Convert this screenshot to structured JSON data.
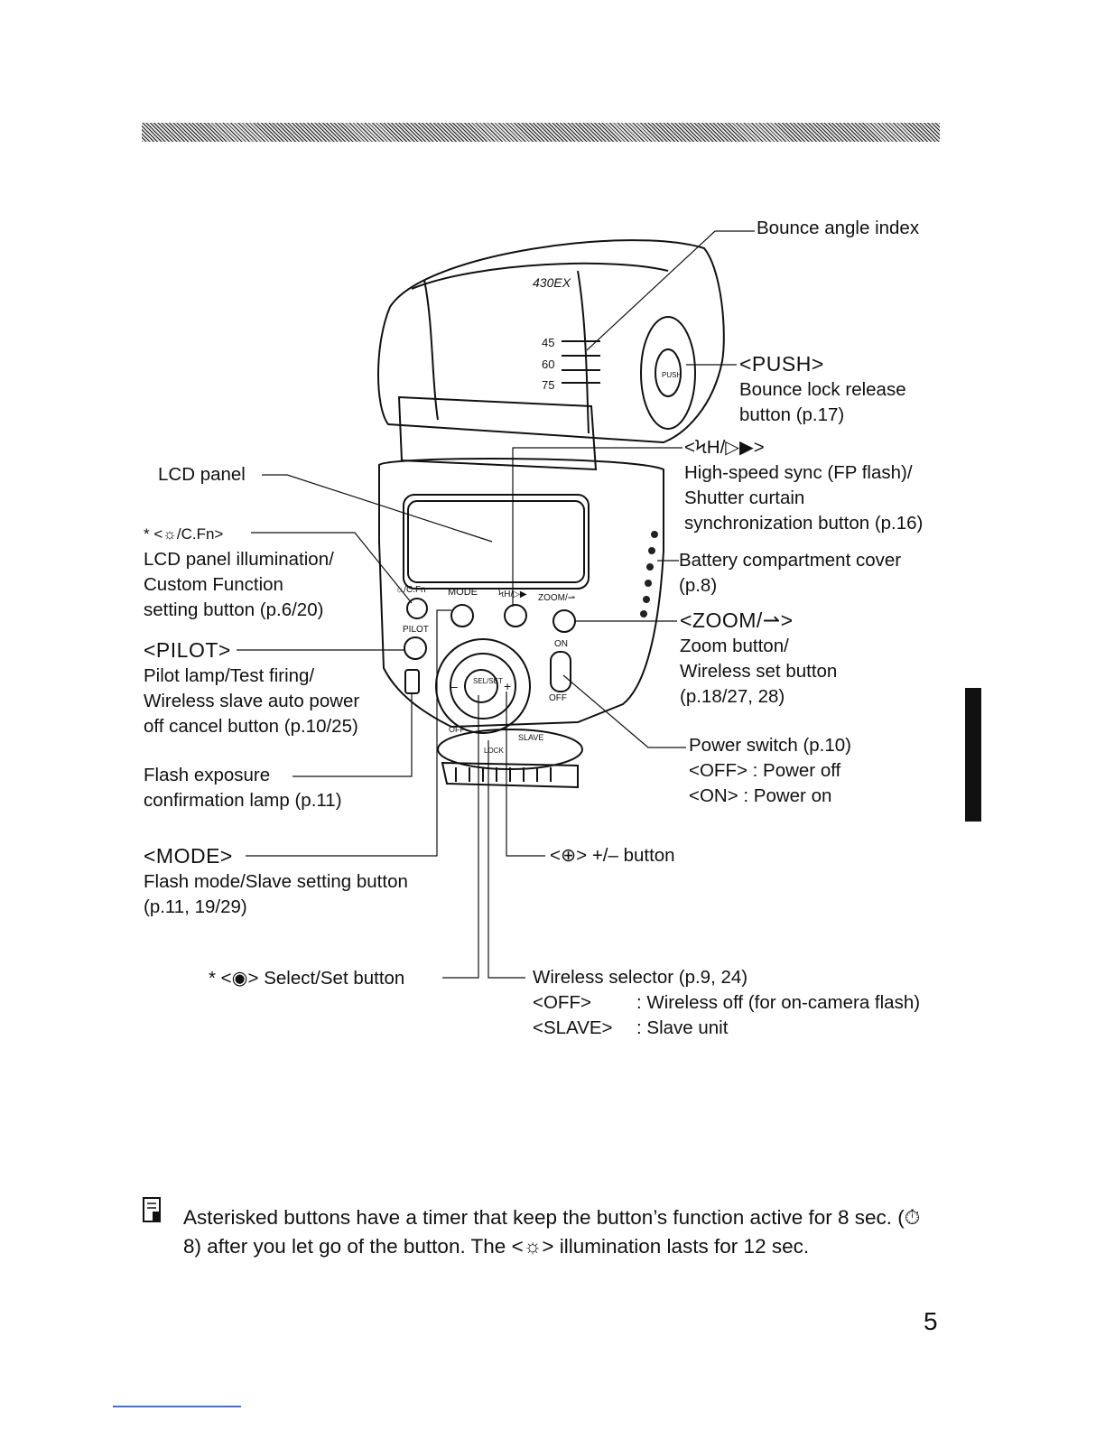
{
  "labels": {
    "bounce_angle_index": "Bounce angle index",
    "push": {
      "name": "<PUSH>",
      "l1": "Bounce lock release",
      "l2": "button (p.17)"
    },
    "hs_sync": {
      "name": "<ϞH/▷▶>",
      "l1": "High-speed sync (FP flash)/",
      "l2": "Shutter curtain",
      "l3": "synchronization button (p.16)"
    },
    "lcd_panel": "LCD panel",
    "lcd_illum": {
      "name": "* <☼/C.Fn>",
      "l1": "LCD panel illumination/",
      "l2": "Custom Function",
      "l3": "setting button (p.6/20)"
    },
    "battery": {
      "l1": "Battery compartment cover",
      "l2": "(p.8)"
    },
    "zoom": {
      "name": "<ZOOM/⇀>",
      "l1": "Zoom button/",
      "l2": "Wireless set button",
      "l3": "(p.18/27, 28)"
    },
    "pilot": {
      "name": "<PILOT>",
      "l1": "Pilot lamp/Test firing/",
      "l2": "Wireless slave auto power",
      "l3": "off cancel button (p.10/25)"
    },
    "power": {
      "l1": "Power switch (p.10)",
      "l2": "<OFF> : Power off",
      "l3": "<ON> : Power on"
    },
    "fe_lamp": {
      "l1": "Flash exposure",
      "l2": "confirmation lamp (p.11)"
    },
    "mode": {
      "name": "<MODE>",
      "l1": "Flash mode/Slave setting button",
      "l2": "(p.11, 19/29)"
    },
    "plusminus": "<⊕> +/– button",
    "selset": "* <◉> Select/Set button",
    "wireless": {
      "l1": "Wireless selector (p.9, 24)",
      "off_key": "<OFF>",
      "off_val": ": Wireless off (for on-camera flash)",
      "slave_key": "<SLAVE>",
      "slave_val": ": Slave unit"
    }
  },
  "device": {
    "model": "430EX",
    "bounce_marks": [
      "45",
      "60",
      "75"
    ],
    "push_label": "PUSH",
    "cfn_label": "☼/C.Fn",
    "mode_label": "MODE",
    "hs_label": "ϞH/▷▶",
    "zoom_label": "ZOOM/⇀",
    "pilot_label": "PILOT",
    "on_label": "ON",
    "off_label": "OFF",
    "sel_label": "SEL/SET",
    "plus": "+",
    "minus": "–",
    "slave_label": "SLAVE",
    "sel_off_label": "OFF",
    "lock_label": "LOCK"
  },
  "note": "Asterisked buttons have a timer that keep the button’s function active for 8 sec. (⏱8) after you let go of the button. The <☼> illumination lasts for 12 sec.",
  "page_number": "5"
}
